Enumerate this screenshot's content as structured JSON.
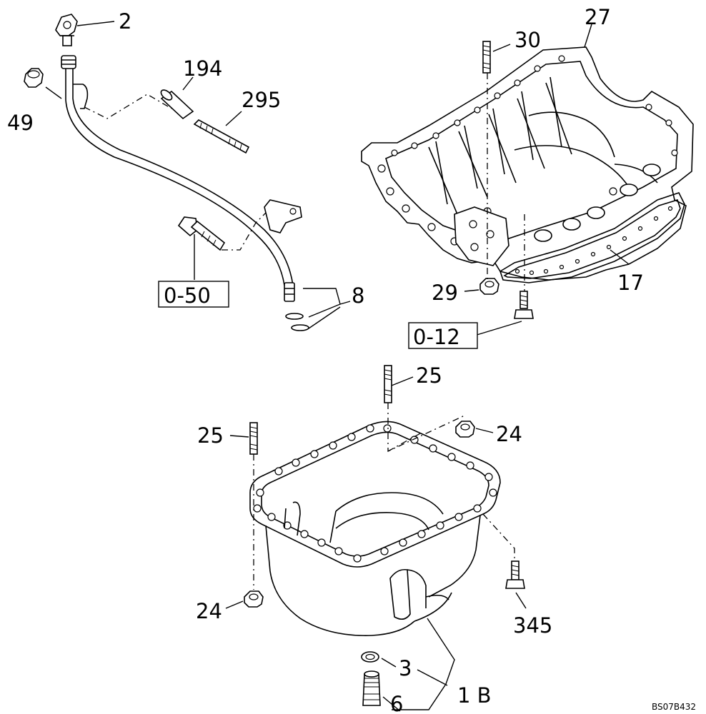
{
  "diagram": {
    "callouts": {
      "c2": "2",
      "c49": "49",
      "c194": "194",
      "c295": "295",
      "c8": "8",
      "c30": "30",
      "c27": "27",
      "c17": "17",
      "c29": "29",
      "c25a": "25",
      "c25b": "25",
      "c24a": "24",
      "c24b": "24",
      "c345": "345",
      "c3": "3",
      "c6": "6",
      "c1b": "1 B"
    },
    "references": {
      "r050": "0-50",
      "r012": "0-12"
    },
    "drawing_code": "BS07B432"
  }
}
